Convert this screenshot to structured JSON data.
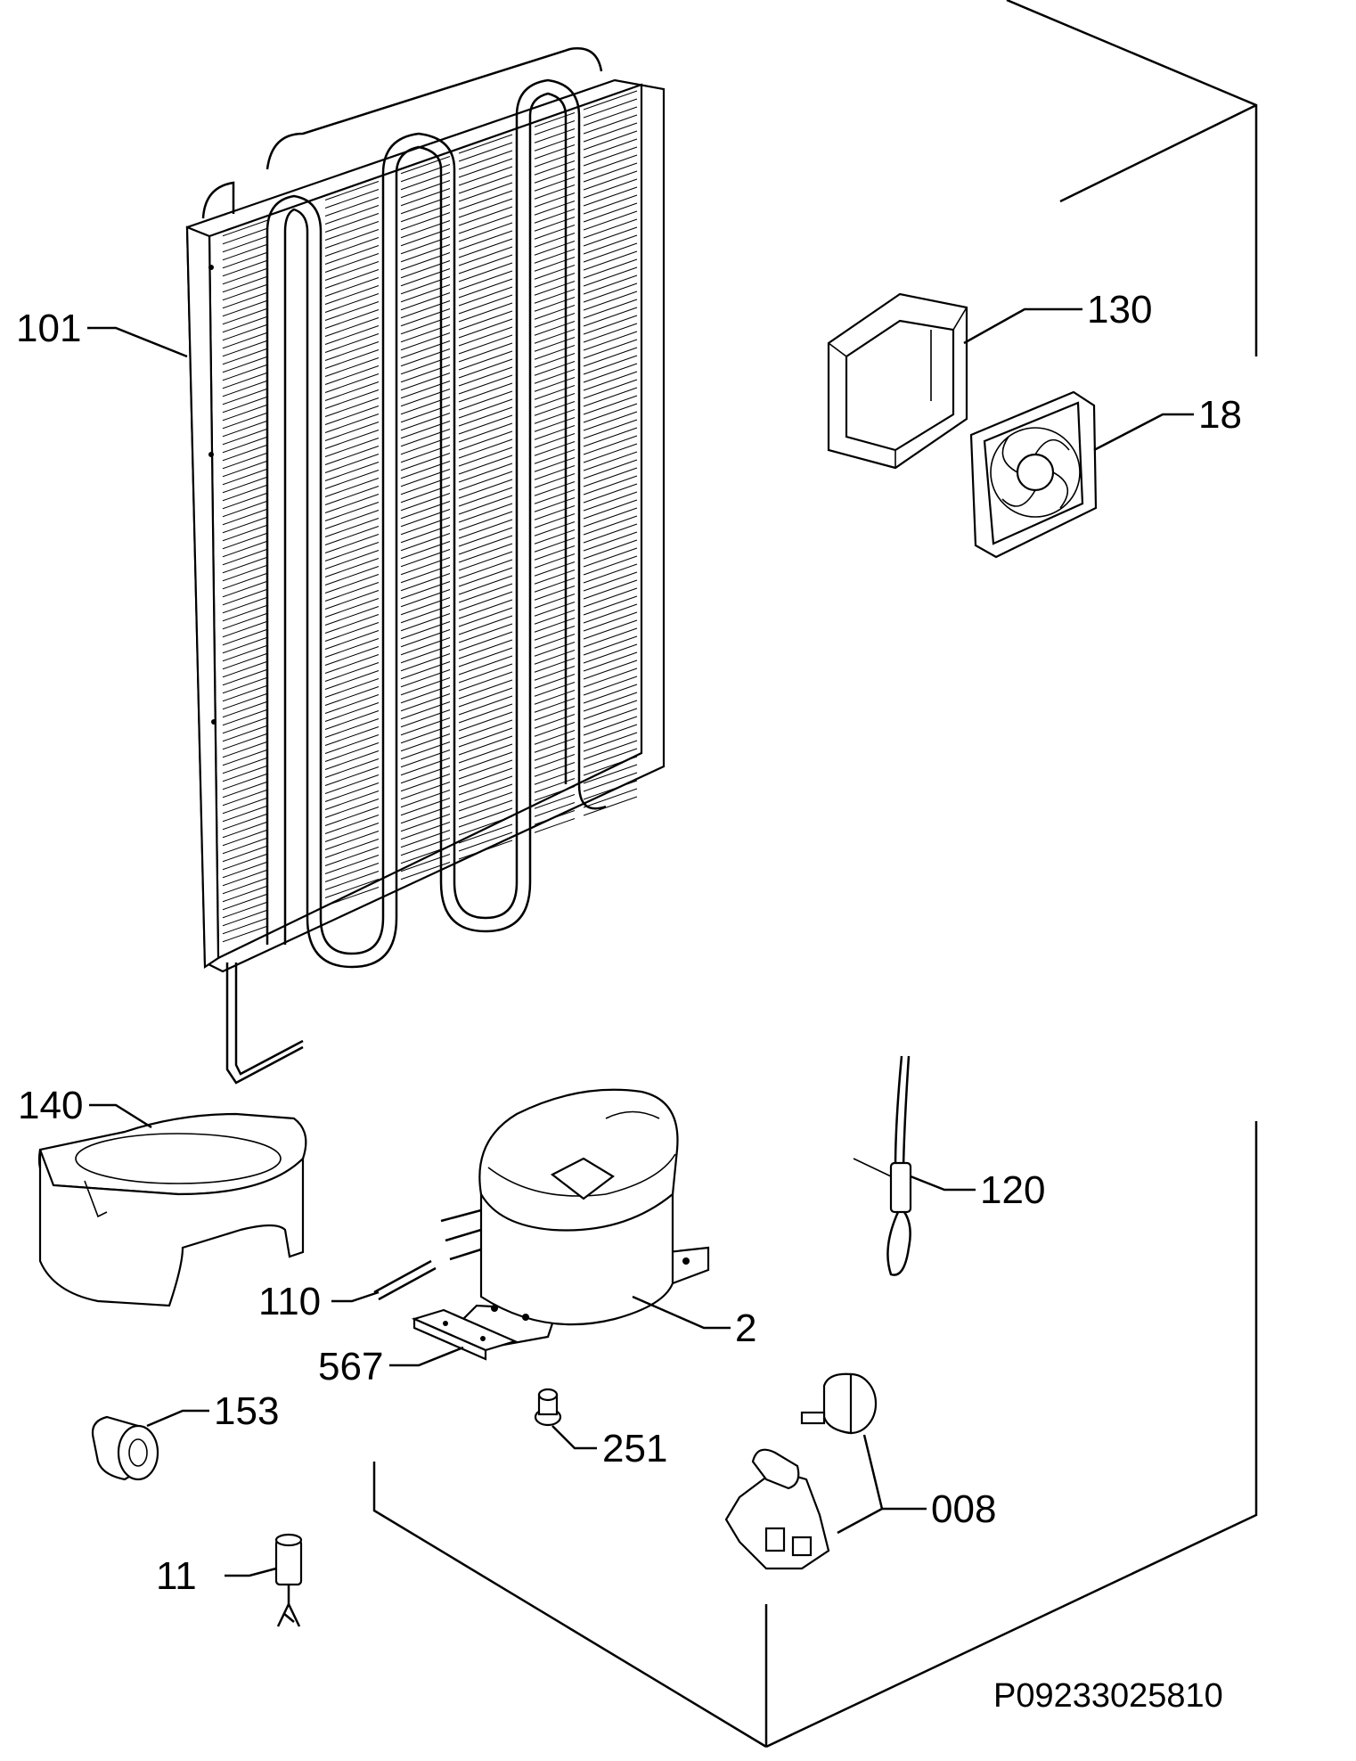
{
  "labels": {
    "p101": "101",
    "p130": "130",
    "p18": "18",
    "p140": "140",
    "p120": "120",
    "p110": "110",
    "p2": "2",
    "p567": "567",
    "p153": "153",
    "p251": "251",
    "p008": "008",
    "p11": "11"
  },
  "drawing_code": "P09233025810"
}
